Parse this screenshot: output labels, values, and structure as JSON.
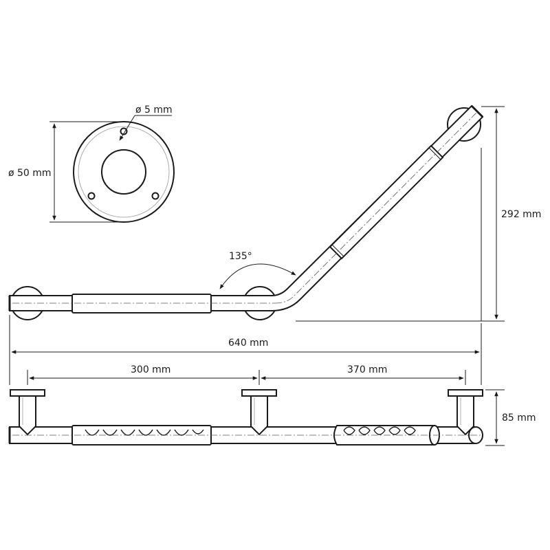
{
  "drawing": {
    "labels": {
      "screw_hole": "ø 5 mm",
      "flange_diameter": "ø 50 mm",
      "angle": "135°",
      "height": "292 mm",
      "total_length": "640 mm",
      "left_segment": "300 mm",
      "right_segment": "370 mm",
      "projection": "85 mm"
    },
    "colors": {
      "line": "#1a1a1a",
      "background": "#ffffff"
    }
  }
}
